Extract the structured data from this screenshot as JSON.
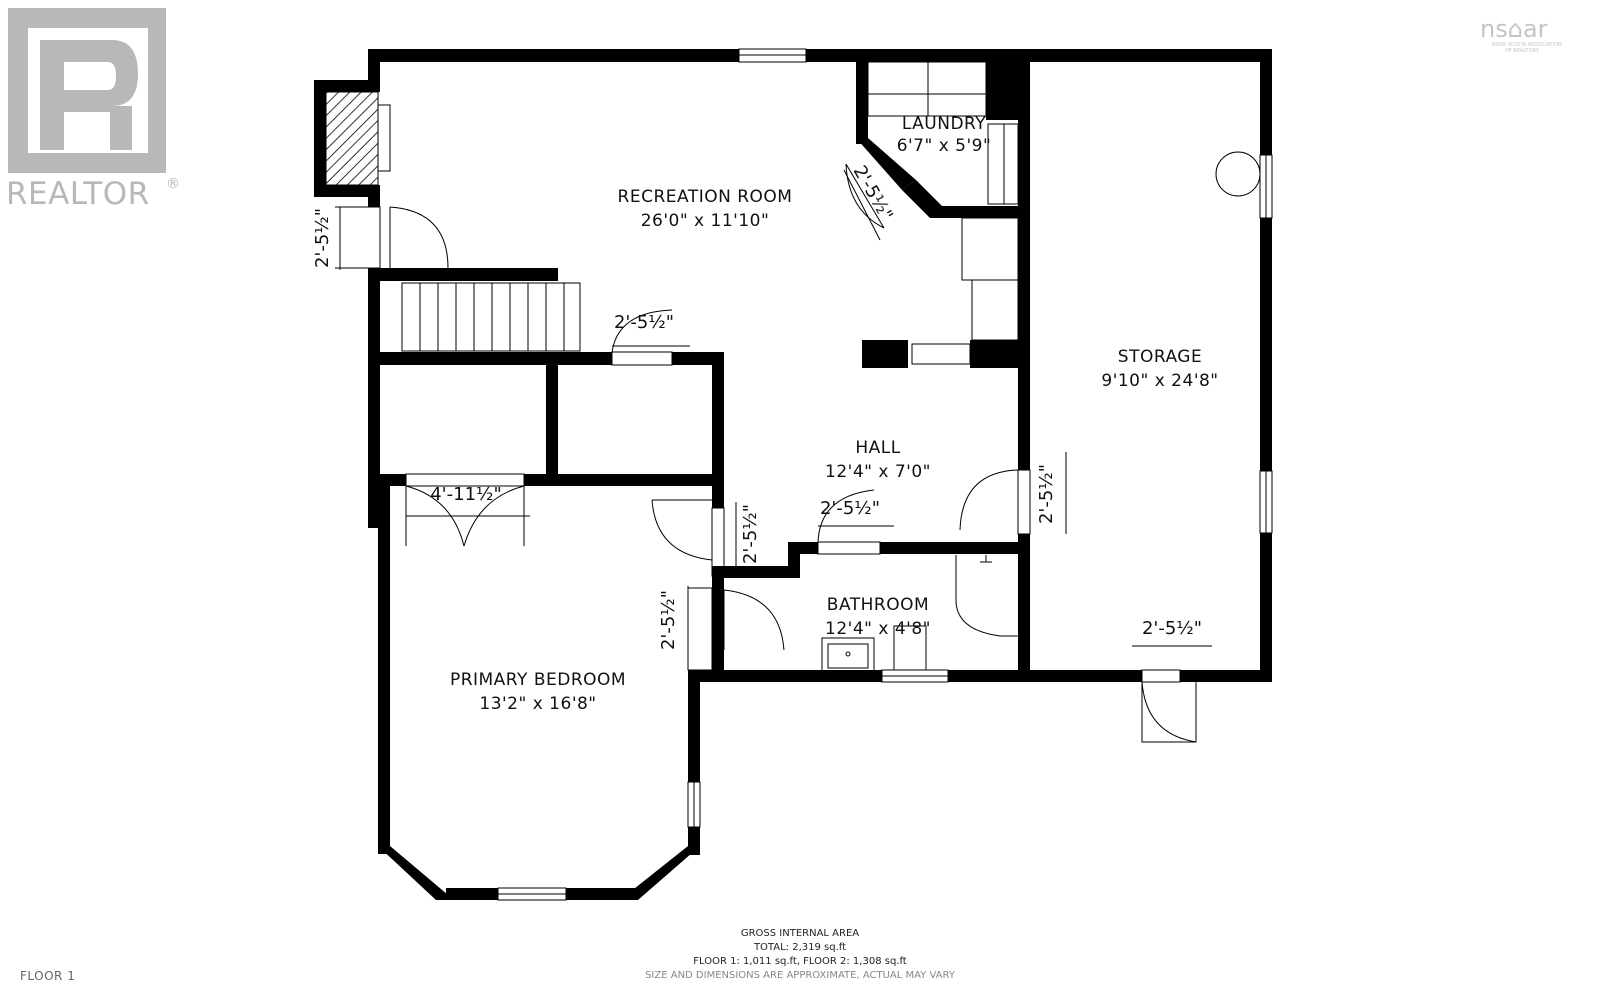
{
  "logos": {
    "realtor": "REALTOR",
    "realtor_reg": "®",
    "nsar": "ns⌂ar",
    "nsar_sub_line1": "NOVA SCOTIA ASSOCIATION",
    "nsar_sub_line2": "OF REALTORS"
  },
  "rooms": {
    "recreation": {
      "name": "RECREATION ROOM",
      "size": "26'0\" x 11'10\""
    },
    "laundry": {
      "name": "LAUNDRY",
      "size": "6'7\" x 5'9\""
    },
    "storage": {
      "name": "STORAGE",
      "size": "9'10\" x 24'8\""
    },
    "hall": {
      "name": "HALL",
      "size": "12'4\" x 7'0\""
    },
    "bathroom": {
      "name": "BATHROOM",
      "size": "12'4\" x 4'8\""
    },
    "primary_bedroom": {
      "name": "PRIMARY BEDROOM",
      "size": "13'2\" x 16'8\""
    }
  },
  "door_dims": {
    "door_25": "2'-5½\"",
    "door_411": "4'-11½\""
  },
  "footer": {
    "gross_title": "GROSS INTERNAL AREA",
    "total": "TOTAL: 2,319 sq.ft",
    "floors": "FLOOR 1: 1,011 sq.ft, FLOOR 2: 1,308 sq.ft",
    "disclaimer": "SIZE AND DIMENSIONS ARE APPROXIMATE, ACTUAL MAY VARY",
    "floor_label": "FLOOR 1"
  },
  "colors": {
    "wall": "#000000",
    "logo": "#b8b8b8",
    "background": "#ffffff"
  }
}
